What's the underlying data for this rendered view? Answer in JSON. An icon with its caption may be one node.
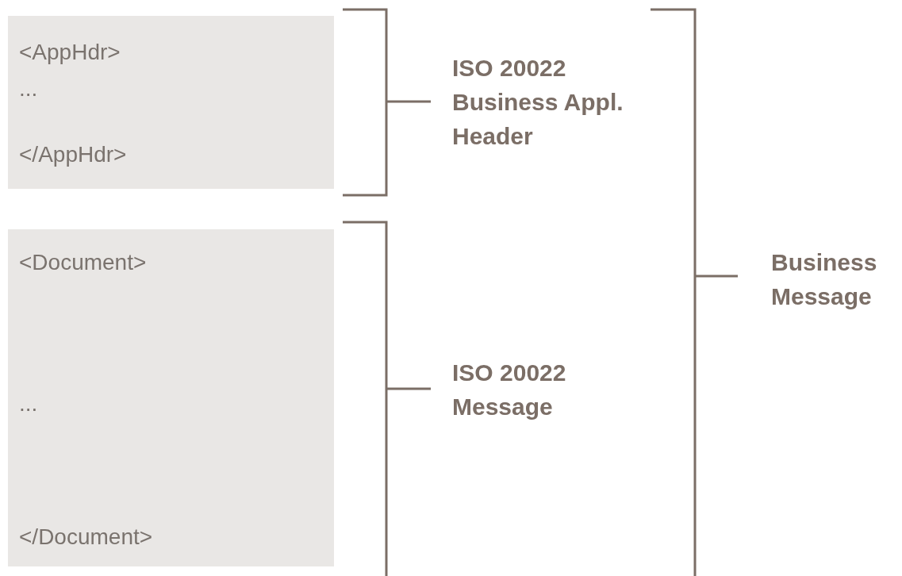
{
  "diagram": {
    "nodes": [
      {
        "text": [
          "<AppHdr>",
          "...",
          "</AppHdr>"
        ]
      },
      {
        "text": [
          "<Document>",
          "...",
          "</Document>"
        ]
      }
    ],
    "labels": [
      "ISO 20022 Business Appl. Header",
      "ISO 20022 Message",
      "Business Message"
    ]
  }
}
